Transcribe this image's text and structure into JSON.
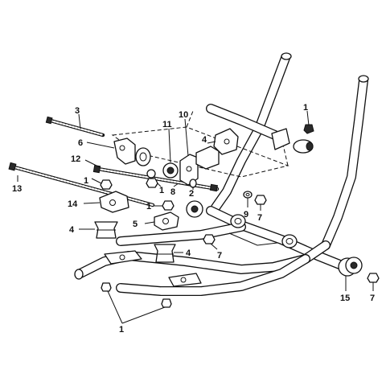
{
  "callouts": {
    "c1_top": "1",
    "c3": "3",
    "c11": "11",
    "c10": "10",
    "c6": "6",
    "c4_top": "4",
    "c12": "12",
    "c13": "13",
    "c1_left": "1",
    "c8": "8",
    "c2": "2",
    "c1_mid": "1",
    "c9": "9",
    "c7_top": "7",
    "c14": "14",
    "c1_lower": "1",
    "c5": "5",
    "c4_left": "4",
    "c4_mid": "4",
    "c7_mid": "7",
    "c15": "15",
    "c7_right": "7",
    "c1_bottom": "1"
  }
}
